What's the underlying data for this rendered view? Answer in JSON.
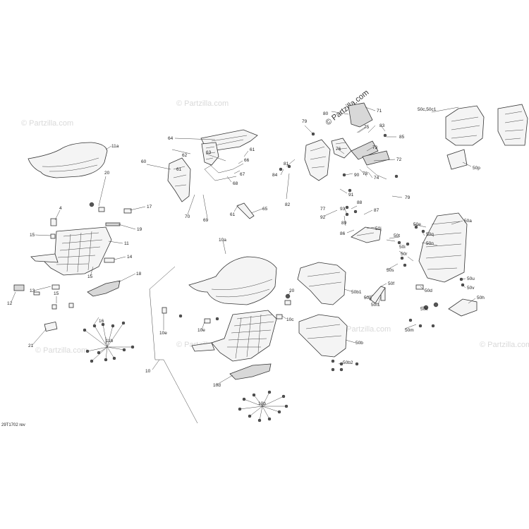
{
  "doc_ref": "29T1702 rev",
  "watermark": "© Partzilla.com",
  "callouts": [
    {
      "id": "11a",
      "text": "11a"
    },
    {
      "id": "4",
      "text": "4"
    },
    {
      "id": "20",
      "text": "20"
    },
    {
      "id": "17",
      "text": "17"
    },
    {
      "id": "19",
      "text": "19"
    },
    {
      "id": "15a",
      "text": "15"
    },
    {
      "id": "11",
      "text": "11"
    },
    {
      "id": "14",
      "text": "14"
    },
    {
      "id": "15b",
      "text": "15"
    },
    {
      "id": "18",
      "text": "18"
    },
    {
      "id": "12",
      "text": "12"
    },
    {
      "id": "13",
      "text": "13"
    },
    {
      "id": "15c",
      "text": "15"
    },
    {
      "id": "16",
      "text": "16"
    },
    {
      "id": "21",
      "text": "21"
    },
    {
      "id": "11b",
      "text": "11b"
    },
    {
      "id": "64",
      "text": "64"
    },
    {
      "id": "63",
      "text": "63"
    },
    {
      "id": "61a",
      "text": "61"
    },
    {
      "id": "66",
      "text": "66"
    },
    {
      "id": "62",
      "text": "62"
    },
    {
      "id": "61b",
      "text": "61"
    },
    {
      "id": "67",
      "text": "67"
    },
    {
      "id": "60",
      "text": "60"
    },
    {
      "id": "68",
      "text": "68"
    },
    {
      "id": "70",
      "text": "70"
    },
    {
      "id": "69",
      "text": "69"
    },
    {
      "id": "61c",
      "text": "61"
    },
    {
      "id": "65",
      "text": "65"
    },
    {
      "id": "81",
      "text": "81"
    },
    {
      "id": "84",
      "text": "84"
    },
    {
      "id": "82",
      "text": "82"
    },
    {
      "id": "79a",
      "text": "79"
    },
    {
      "id": "80",
      "text": "80"
    },
    {
      "id": "71",
      "text": "71"
    },
    {
      "id": "75",
      "text": "75"
    },
    {
      "id": "83",
      "text": "83"
    },
    {
      "id": "85",
      "text": "85"
    },
    {
      "id": "76",
      "text": "76"
    },
    {
      "id": "73",
      "text": "73"
    },
    {
      "id": "72",
      "text": "72"
    },
    {
      "id": "90",
      "text": "90"
    },
    {
      "id": "77",
      "text": "77"
    },
    {
      "id": "78",
      "text": "78"
    },
    {
      "id": "74",
      "text": "74"
    },
    {
      "id": "79b",
      "text": "79"
    },
    {
      "id": "92",
      "text": "92"
    },
    {
      "id": "93",
      "text": "93"
    },
    {
      "id": "88",
      "text": "88"
    },
    {
      "id": "89",
      "text": "89"
    },
    {
      "id": "87",
      "text": "87"
    },
    {
      "id": "86",
      "text": "86"
    },
    {
      "id": "91",
      "text": "91"
    },
    {
      "id": "50c",
      "text": "50c,50c1"
    },
    {
      "id": "50p",
      "text": "50p"
    },
    {
      "id": "50a",
      "text": "50a"
    },
    {
      "id": "50e",
      "text": "50e"
    },
    {
      "id": "50j",
      "text": "50j"
    },
    {
      "id": "50t",
      "text": "50t"
    },
    {
      "id": "50q",
      "text": "50q"
    },
    {
      "id": "50n",
      "text": "50n"
    },
    {
      "id": "50i",
      "text": "50i"
    },
    {
      "id": "50r",
      "text": "50r"
    },
    {
      "id": "50s",
      "text": "50s"
    },
    {
      "id": "50u",
      "text": "50u"
    },
    {
      "id": "50v",
      "text": "50v"
    },
    {
      "id": "50f",
      "text": "50f"
    },
    {
      "id": "50d",
      "text": "50d"
    },
    {
      "id": "50g",
      "text": "50g"
    },
    {
      "id": "50f1",
      "text": "50f1"
    },
    {
      "id": "50h",
      "text": "50h"
    },
    {
      "id": "50k",
      "text": "50k"
    },
    {
      "id": "50m",
      "text": "50m"
    },
    {
      "id": "50b1",
      "text": "50b1"
    },
    {
      "id": "50b",
      "text": "50b"
    },
    {
      "id": "50b2",
      "text": "50b2"
    },
    {
      "id": "10a",
      "text": "10a"
    },
    {
      "id": "20b",
      "text": "20"
    },
    {
      "id": "10c",
      "text": "10c"
    },
    {
      "id": "10e1",
      "text": "10e"
    },
    {
      "id": "10e2",
      "text": "10e"
    },
    {
      "id": "10",
      "text": "10"
    },
    {
      "id": "10d",
      "text": "10d"
    },
    {
      "id": "10b",
      "text": "10b"
    }
  ]
}
